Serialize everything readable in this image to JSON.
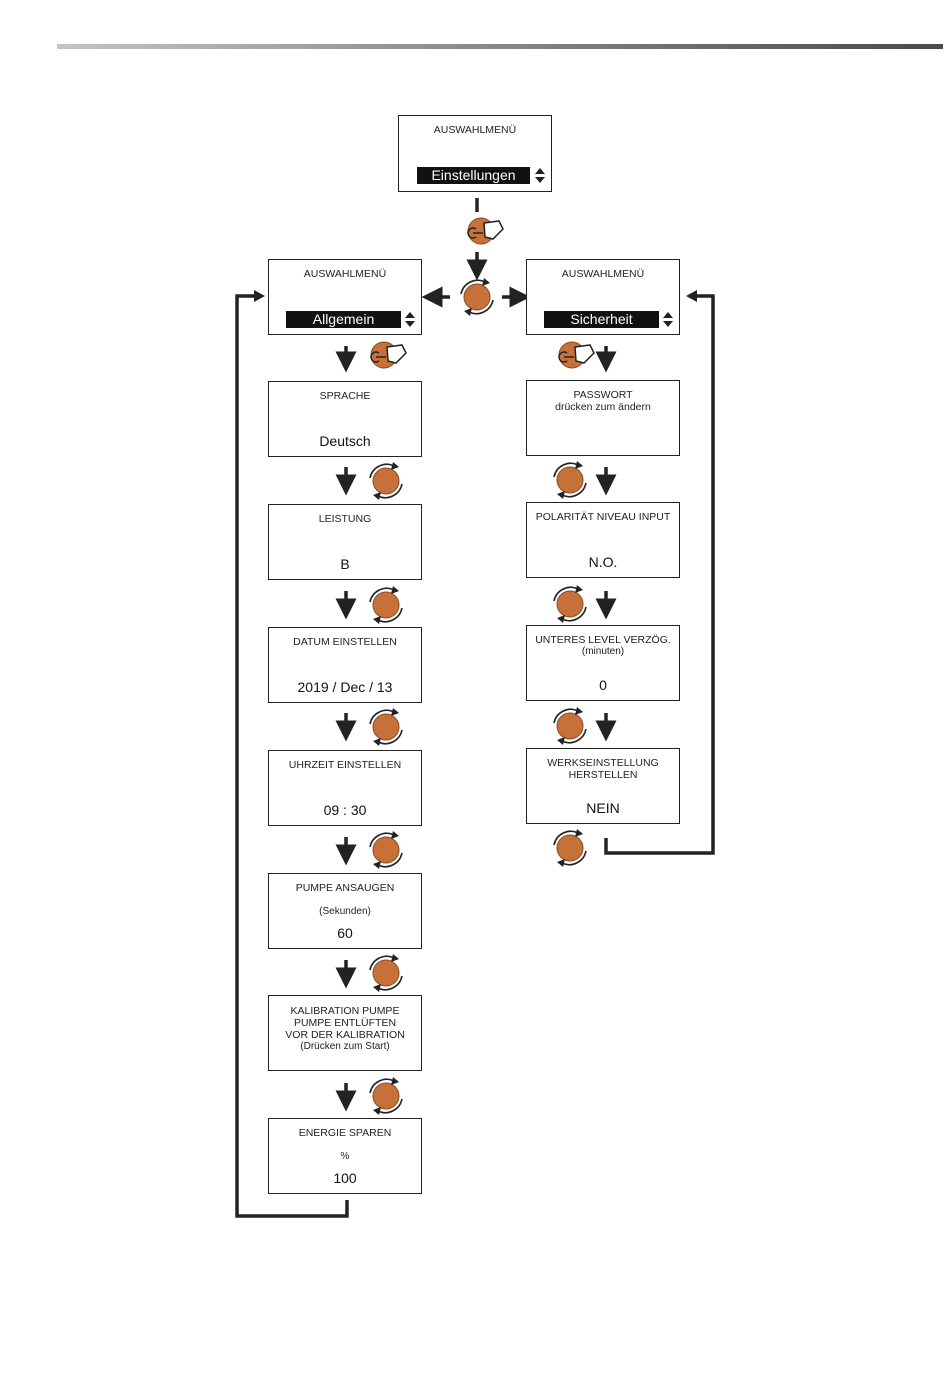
{
  "top": {
    "title": "AUSWAHLMENÜ",
    "selection": "Einstellungen"
  },
  "left_menu": {
    "title": "AUSWAHLMENÜ",
    "selection": "Allgemein"
  },
  "right_menu": {
    "title": "AUSWAHLMENÜ",
    "selection": "Sicherheit"
  },
  "left_screens": [
    {
      "title": "SPRACHE",
      "value": "Deutsch"
    },
    {
      "title": "LEISTUNG",
      "value": "B"
    },
    {
      "title": "DATUM EINSTELLEN",
      "value": "2019 / Dec / 13"
    },
    {
      "title": "UHRZEIT EINSTELLEN",
      "value": "09 : 30"
    },
    {
      "title": "PUMPE ANSAUGEN",
      "sub": "(Sekunden)",
      "value": "60"
    },
    {
      "title_lines": [
        "KALIBRATION PUMPE",
        "PUMPE ENTLÜFTEN",
        "VOR DER KALIBRATION",
        "(Drücken zum Start)"
      ]
    },
    {
      "title": "ENERGIE SPAREN",
      "sub": "%",
      "value": "100"
    }
  ],
  "right_screens": [
    {
      "title": "PASSWORT",
      "sub": "drücken zum ändern"
    },
    {
      "title": "POLARITÄT NIVEAU INPUT",
      "value": "N.O."
    },
    {
      "title": "UNTERES LEVEL VERZÖG.",
      "sub": "(minuten)",
      "value": "0"
    },
    {
      "title_lines": [
        "WERKSEINSTELLUNG",
        "HERSTELLEN"
      ],
      "value": "NEIN"
    }
  ],
  "icons": {
    "knob_color": "#c8703a",
    "press": "press-knob-icon",
    "rotate": "rotate-knob-icon"
  }
}
